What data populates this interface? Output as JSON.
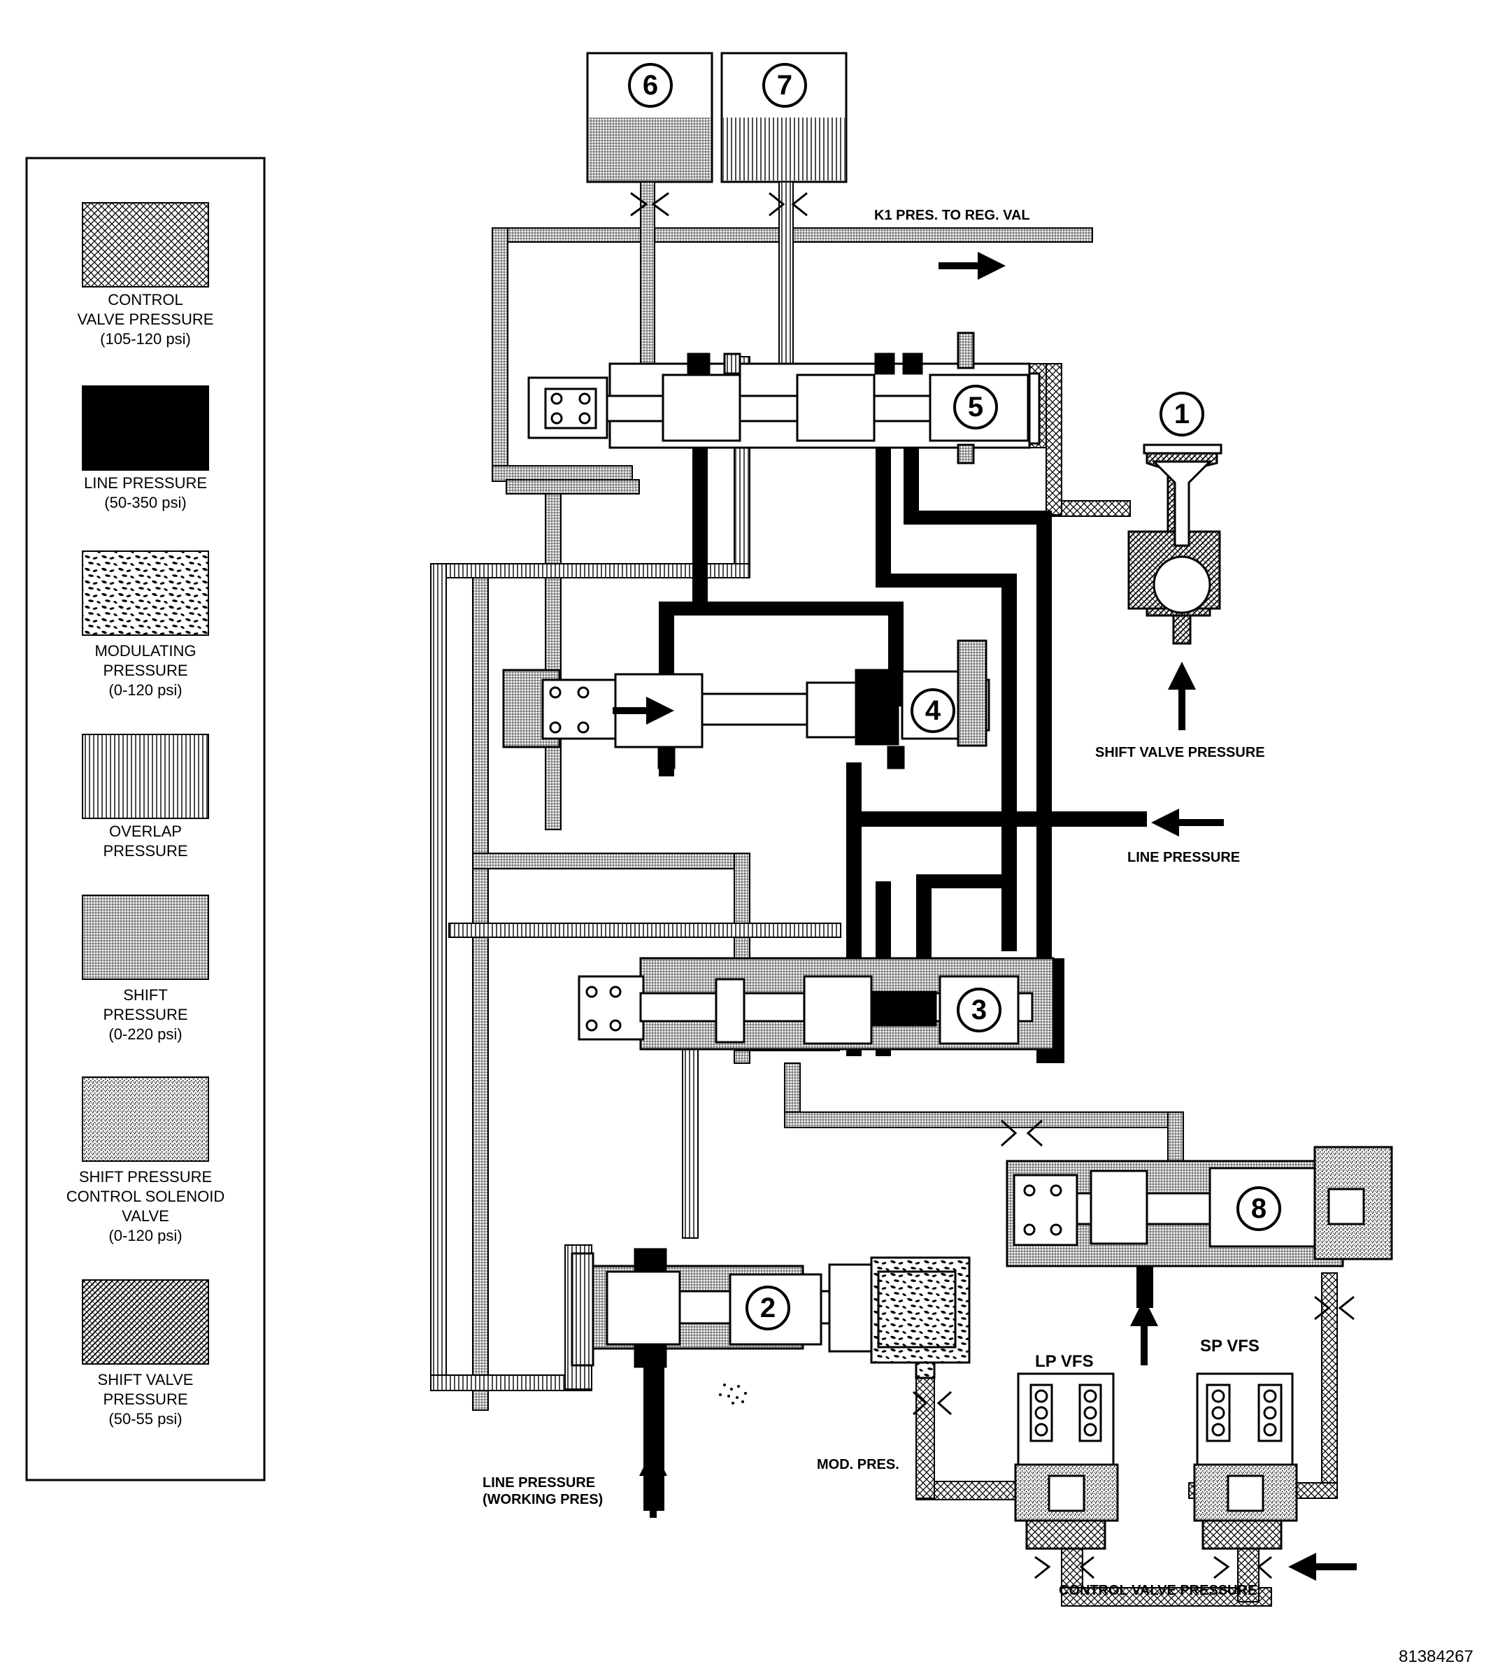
{
  "legend": {
    "items": [
      {
        "key": "control",
        "lines": [
          "CONTROL",
          "VALVE PRESSURE",
          "(105-120 psi)"
        ]
      },
      {
        "key": "line",
        "lines": [
          "LINE PRESSURE",
          "(50-350 psi)"
        ]
      },
      {
        "key": "modulating",
        "lines": [
          "MODULATING",
          "PRESSURE",
          "(0-120 psi)"
        ]
      },
      {
        "key": "overlap",
        "lines": [
          "OVERLAP",
          "PRESSURE"
        ]
      },
      {
        "key": "shift",
        "lines": [
          "SHIFT",
          "PRESSURE",
          "(0-220 psi)"
        ]
      },
      {
        "key": "solenoid",
        "lines": [
          "SHIFT PRESSURE",
          "CONTROL SOLENOID",
          "VALVE",
          "(0-120 psi)"
        ]
      },
      {
        "key": "shiftvalve",
        "lines": [
          "SHIFT VALVE",
          "PRESSURE",
          "(50-55 psi)"
        ]
      }
    ]
  },
  "callouts": {
    "n1": "1",
    "n2": "2",
    "n3": "3",
    "n4": "4",
    "n5": "5",
    "n6": "6",
    "n7": "7",
    "n8": "8"
  },
  "labels": {
    "k1": "K1 PRES. TO REG. VAL",
    "shift_valve_pressure": "SHIFT VALVE PRESSURE",
    "line_pressure": "LINE PRESSURE",
    "line_working_1": "LINE PRESSURE",
    "line_working_2": "(WORKING PRES)",
    "mod_pres": "MOD. PRES.",
    "lp_vfs": "LP VFS",
    "sp_vfs": "SP VFS",
    "control_valve_pressure": "CONTROL VALVE PRESSURE",
    "figure_id": "81384267"
  },
  "colors": {
    "ink": "#000000",
    "paper": "#ffffff"
  }
}
